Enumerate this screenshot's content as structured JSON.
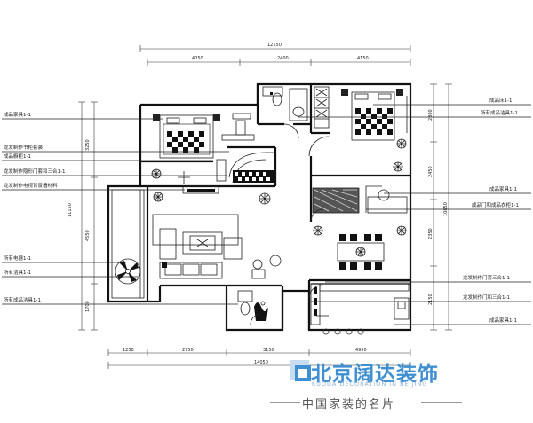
{
  "dimensions": {
    "top_total": "12150",
    "top_left": "4050",
    "top_mid": "2400",
    "top_right": "4150",
    "bottom_a": "1250",
    "bottom_b": "2750",
    "bottom_c": "3150",
    "bottom_d": "4950",
    "bottom_total": "14050",
    "left_a": "3250",
    "left_b": "4550",
    "left_c": "1700",
    "left_total": "11150",
    "right_a": "2800",
    "right_b": "2450",
    "right_c": "2350",
    "right_d": "2150",
    "right_total": "10650"
  },
  "left_notes": [
    "成品家具1-1",
    "龙发制作书柜套装",
    "成品橱柜1-1",
    "龙发制作隐形门套和三合1-1",
    "龙发制作电视背景墙材料",
    "所有电器1-1",
    "所有洁具1-1",
    "所有成品洁具1-1"
  ],
  "right_notes": [
    "成品床1-1",
    "所有成品洁具1-1",
    "成品家具1-1",
    "成品门和成品衣柜1-1",
    "龙发制作门套三合1-1",
    "龙发制作门和三合1-1",
    "成品家具1-1"
  ],
  "brand": {
    "name": "北京阔达装饰",
    "subtitle": "KUODA DECORATION IN BEIJING",
    "slogan": "中国家装的名片"
  },
  "colors": {
    "brand_blue": "#3f8fd3",
    "brand_light": "#8fb4d9",
    "line": "#111111"
  }
}
